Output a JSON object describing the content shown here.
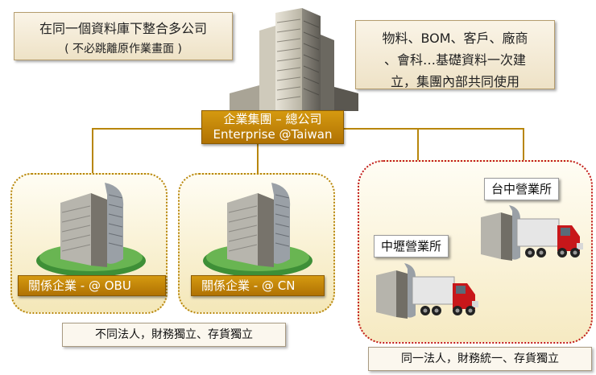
{
  "top_left_note": {
    "line1": "在同一個資料庫下整合多公司",
    "line2": "( 不必跳離原作業畫面 )"
  },
  "top_right_note": {
    "line1": "物料、BOM、客戶、廠商",
    "line2": "、會科…基礎資料一次建",
    "line3": "立，集團內部共同使用"
  },
  "hq": {
    "line1": "企業集團 – 總公司",
    "line2": "Enterprise @Taiwan"
  },
  "affiliate_obu": {
    "label": "關係企業 - @ OBU"
  },
  "affiliate_cn": {
    "label": "關係企業 - @ CN"
  },
  "branch_zhongli": {
    "label": "中壢營業所"
  },
  "branch_taichung": {
    "label": "台中營業所"
  },
  "bottom_left_note": "不同法人，財務獨立、存貨獨立",
  "bottom_right_note": "同一法人，財務統一、存貨獨立",
  "colors": {
    "connector": "#b8860b",
    "label_gold": "#c78a08",
    "red_dotted": "#c21a1a"
  }
}
